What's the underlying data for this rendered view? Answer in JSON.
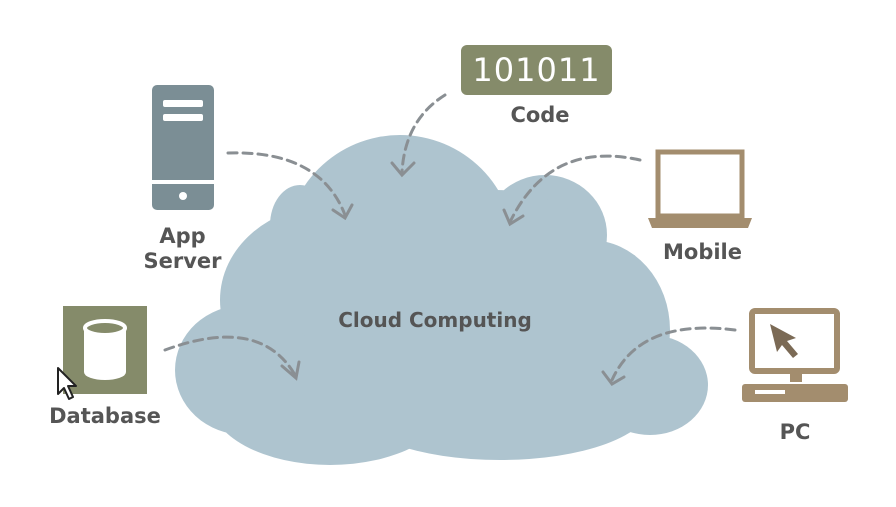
{
  "diagram": {
    "center_label": "Cloud Computing",
    "nodes": {
      "code": {
        "badge_text": "101011",
        "label": "Code"
      },
      "app_server": {
        "label_line1": "App",
        "label_line2": "Server"
      },
      "mobile": {
        "label": "Mobile"
      },
      "database": {
        "label": "Database"
      },
      "pc": {
        "label": "PC"
      }
    }
  },
  "colors": {
    "cloud": "#aec4cf",
    "server": "#7b8e95",
    "olive": "#858b6a",
    "tan": "#a38d6e",
    "arrow": "#8a8f93",
    "text": "#555555"
  }
}
